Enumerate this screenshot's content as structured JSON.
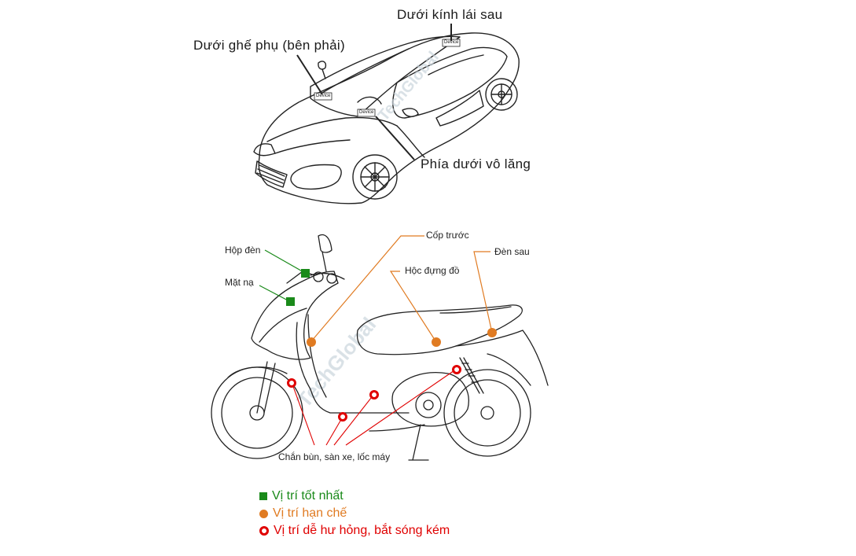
{
  "car": {
    "labels": {
      "rear_glass": "Dưới kính lái sau",
      "passenger_seat": "Dưới ghế phụ (bên phải)",
      "steering": "Phía dưới vô lăng"
    },
    "device_tag": "Device"
  },
  "moto": {
    "labels": {
      "front_trunk": "Cốp trước",
      "tail_light": "Đèn sau",
      "lamp_box": "Hộp đèn",
      "storage": "Hộc đựng đồ",
      "face_mask": "Mặt nạ",
      "fender": "Chắn bùn, sàn xe, lốc máy"
    }
  },
  "legend": {
    "best": "Vị trí tốt nhất",
    "limited": "Vị trí hạn chế",
    "bad": "Vị trí dễ hư hỏng, bắt sóng kém"
  },
  "colors": {
    "best": "#1a8a1a",
    "limited": "#e07b22",
    "bad": "#e00000",
    "line": "#222222",
    "watermark": "#c9d4dc"
  }
}
